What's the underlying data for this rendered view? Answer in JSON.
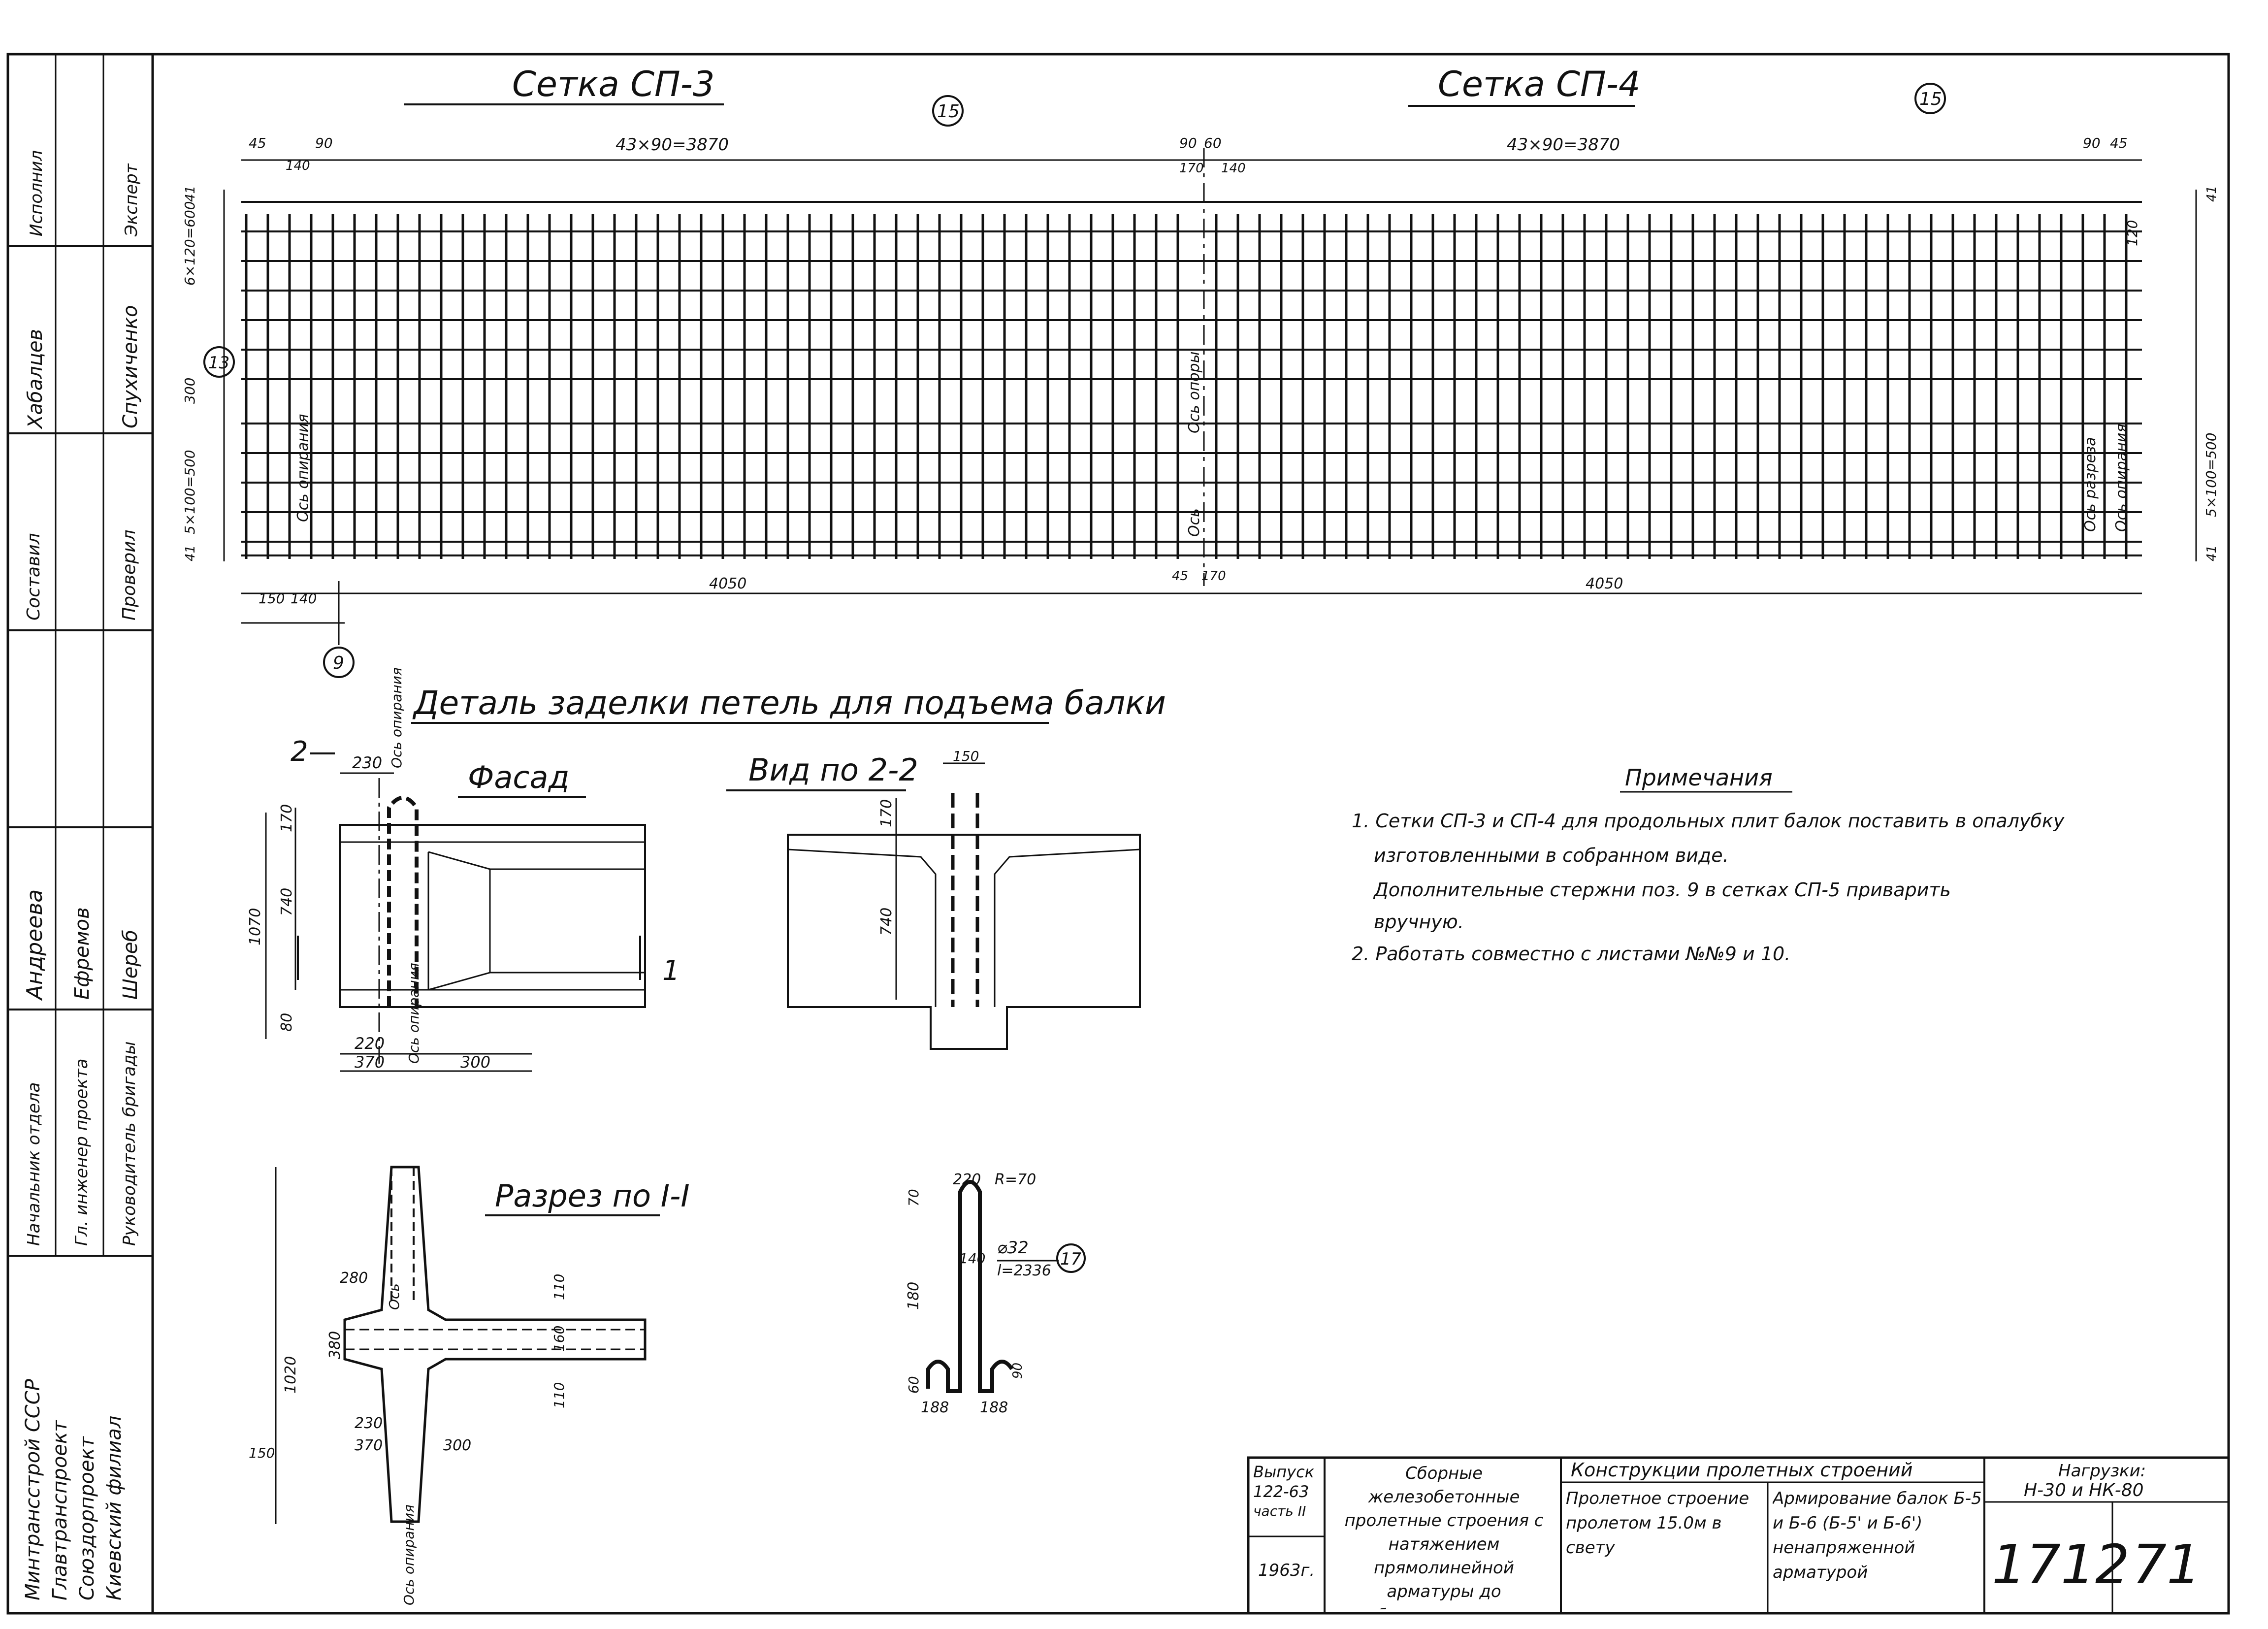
{
  "grid_top": {
    "left_title": "Сетка СП-3",
    "right_title": "Сетка СП-4",
    "dim_left_top": "43×90=3870",
    "dim_right_top": "43×90=3870",
    "dim_left_small": [
      "45",
      "90",
      "140"
    ],
    "dim_right_small": [
      "90",
      "60",
      "170",
      "140",
      "90",
      "45"
    ],
    "dim_bottom_left": [
      "150",
      "140"
    ],
    "dim_bottom_mid": "4050",
    "dim_bottom_right": "4050",
    "dim_bottom_right_small": [
      "45",
      "170"
    ],
    "left_vert_dims": [
      "41",
      "6×120=600",
      "300",
      "5×100=500",
      "41"
    ],
    "right_vert_dims": [
      "41",
      "120",
      "5×100=500",
      "41"
    ],
    "marker_13_top": "15",
    "marker_13_right": "15",
    "marker_left": "13",
    "marker_9": "9",
    "vertical_labels": [
      "Ось опирания",
      "Ось опоры",
      "Ось разреза",
      "Ось опирания",
      "Ось"
    ]
  },
  "detail": {
    "title": "Деталь заделки петель для подъема балки",
    "facade_title": "Фасад",
    "view_title": "Вид по 2-2",
    "section_title": "Разрез по I-I",
    "section_mark_2": "2",
    "section_mark_1": "1",
    "facade_dims": [
      "230",
      "170",
      "740",
      "1070",
      "80",
      "220",
      "370",
      "300"
    ],
    "facade_axis": "Ось опирания",
    "view_dims": [
      "150",
      "170",
      "740"
    ],
    "section_dims": [
      "280",
      "Ось",
      "380",
      "1020",
      "110",
      "160",
      "110",
      "230",
      "370",
      "300",
      "Ось опирания",
      "150"
    ],
    "loop_dims": [
      "220",
      "R=70",
      "70",
      "180",
      "140",
      "60",
      "188",
      "188",
      "90"
    ],
    "loop_bar": "⌀32",
    "loop_len": "l=2336",
    "loop_marker": "17"
  },
  "notes": {
    "heading": "Примечания",
    "lines": [
      "1. Сетки СП-3 и СП-4 для продольных плит балок поставить в опалубку",
      "изготовленными в собранном виде.",
      "Дополнительные стержни поз. 9 в сетках СП-5 приварить",
      "вручную.",
      "2. Работать совместно с листами №№9 и 10."
    ]
  },
  "side_stamp": {
    "org_lines": [
      "Минтрансстрой СССР",
      "Главтранспроект",
      "Союздорпроект",
      "Киевский филиал"
    ],
    "roles": [
      "Начальник отдела",
      "Гл. инженер проекта",
      "Руководитель бригады"
    ],
    "role_names": [
      "Андреева",
      "Ефремов",
      "Шереб"
    ],
    "top_roles": [
      "Составил",
      "Проверил"
    ],
    "top_names": [
      "Хабалцев",
      "Спухиченко"
    ],
    "top_header": [
      "Исполнил",
      "Эксперт"
    ]
  },
  "title_block": {
    "issue_label": "Выпуск",
    "issue_value": "122-63",
    "part": "часть II",
    "year": "1963г.",
    "series_title": "Сборные железобетонные пролетные строения с натяжением прямолинейной арматуры до бетонирования",
    "section": "Конструкции пролетных строений",
    "structure": "Пролетное строение пролетом 15.0м в свету",
    "content": "Армирование балок Б-5 и Б-6 (Б-5' и Б-6') ненапряженной арматурой",
    "loads_label": "Нагрузки:",
    "loads_value": "Н-30 и НК-80",
    "album": "1712",
    "sheet": "71"
  }
}
